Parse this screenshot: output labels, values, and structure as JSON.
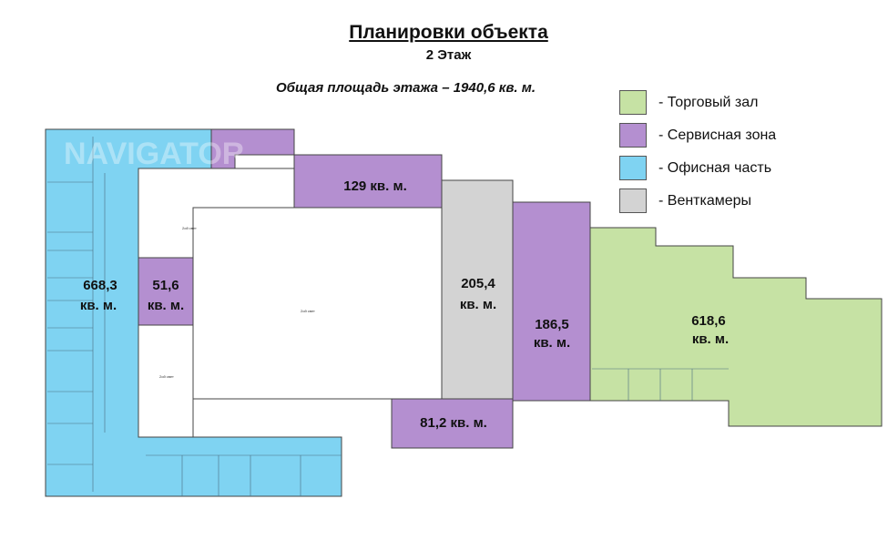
{
  "header": {
    "title": "Планировки объекта",
    "floor": "2 Этаж",
    "total_area": "Общая площадь этажа – 1940,6 кв. м."
  },
  "legend": [
    {
      "label": "- Торговый зал",
      "color": "#c6e2a4"
    },
    {
      "label": "- Сервисная зона",
      "color": "#b48fd0"
    },
    {
      "label": "- Офисная часть",
      "color": "#7fd3f2"
    },
    {
      "label": "- Венткамеры",
      "color": "#d3d3d3"
    }
  ],
  "plan": {
    "areas": {
      "office": {
        "value": "668,3",
        "unit": "кв. м."
      },
      "service_small": {
        "value": "51,6",
        "unit": "кв. м."
      },
      "service_top": {
        "label": "129 кв. м."
      },
      "vent": {
        "value": "205,4",
        "unit": "кв. м."
      },
      "service_mid": {
        "value": "186,5",
        "unit": "кв. м."
      },
      "service_bottom": {
        "label": "81,2 кв. м."
      },
      "trade": {
        "value": "618,6",
        "unit": "кв. м."
      }
    },
    "void_label": "2ой свет",
    "watermark": "NAVIGATOR"
  }
}
